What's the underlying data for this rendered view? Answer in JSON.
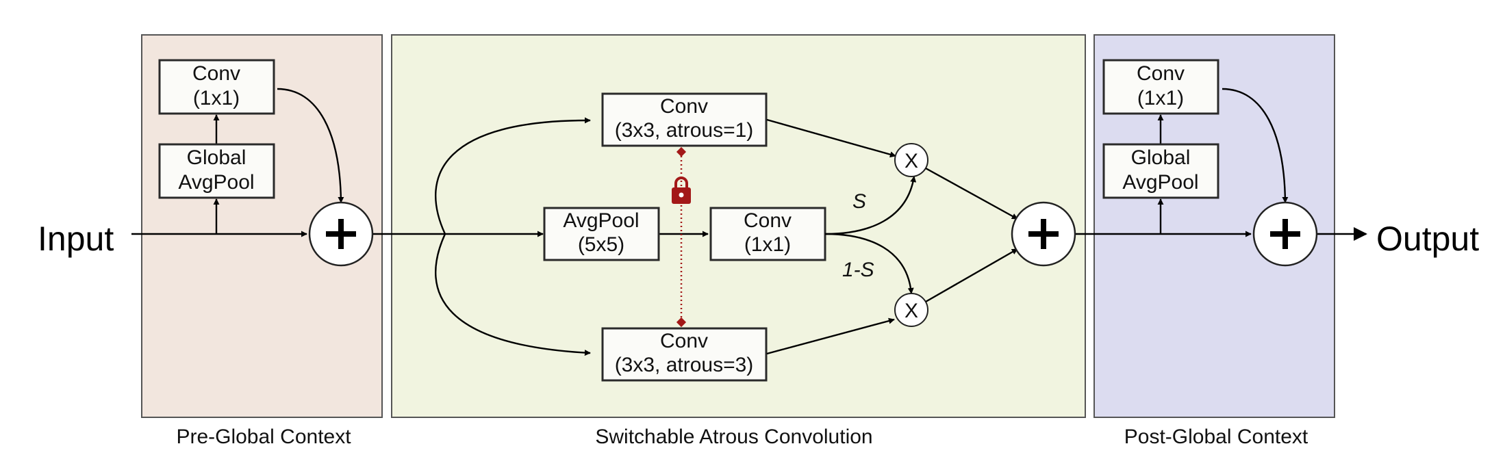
{
  "diagram": {
    "input_label": "Input",
    "output_label": "Output",
    "sections": {
      "pre": "Pre-Global Context",
      "sac": "Switchable Atrous Convolution",
      "post": "Post-Global Context"
    },
    "pre_conv": [
      "Conv",
      "(1x1)"
    ],
    "pre_pool": [
      "Global",
      "AvgPool"
    ],
    "conv_top": [
      "Conv",
      "(3x3, atrous=1)"
    ],
    "avgpool": [
      "AvgPool",
      "(5x5)"
    ],
    "conv_mid": [
      "Conv",
      "(1x1)"
    ],
    "conv_bottom": [
      "Conv",
      "(3x3, atrous=3)"
    ],
    "s_label": "S",
    "one_minus_s_label": "1-S",
    "mul_symbol": "X",
    "post_conv": [
      "Conv",
      "(1x1)"
    ],
    "post_pool": [
      "Global",
      "AvgPool"
    ],
    "colors": {
      "pre_panel": "#f2e6de",
      "sac_panel": "#f1f4e0",
      "post_panel": "#dcdcf0",
      "lock": "#a31818"
    }
  }
}
